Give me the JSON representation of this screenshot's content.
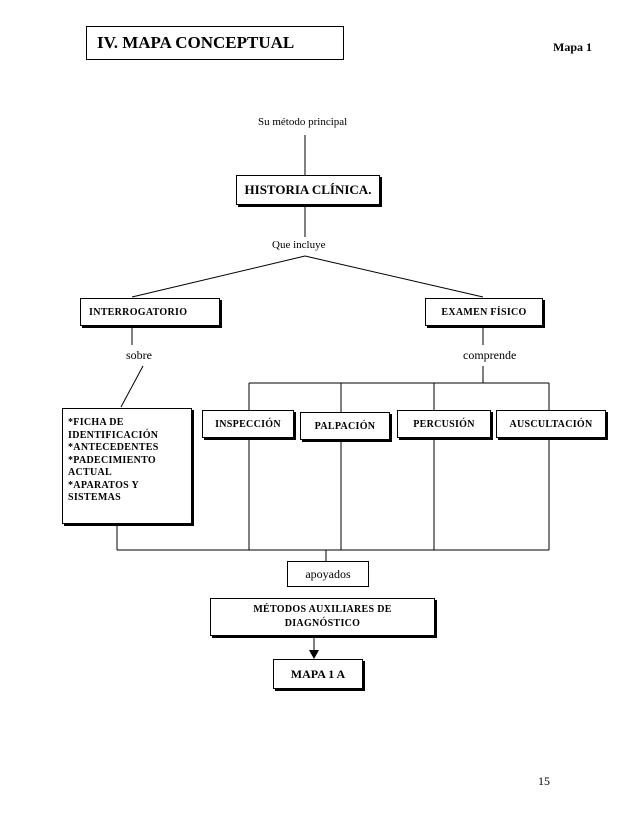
{
  "header": {
    "title": "IV. MAPA CONCEPTUAL",
    "map_label": "Mapa 1"
  },
  "diagram": {
    "link_top": "Su método principal",
    "root": "HISTORIA CLÍNICA.",
    "link_includes": "Que incluye",
    "left_node": "INTERROGATORIO",
    "right_node": "EXAMEN FÍSICO",
    "link_about": "sobre",
    "link_comprises": "comprende",
    "left_items": [
      "*FICHA DE",
      "IDENTIFICACIÓN",
      "*ANTECEDENTES",
      "*PADECIMIENTO",
      "ACTUAL",
      "*APARATOS Y",
      "SISTEMAS"
    ],
    "exam_items": [
      "INSPECCIÓN",
      "PALPACIÓN",
      "PERCUSIÓN",
      "AUSCULTACIÓN"
    ],
    "link_supported": "apoyados",
    "aux_methods": "MÉTODOS AUXILIARES DE DIAGNÓSTICO",
    "next_map": "MAPA 1 A"
  },
  "page_number": "15"
}
